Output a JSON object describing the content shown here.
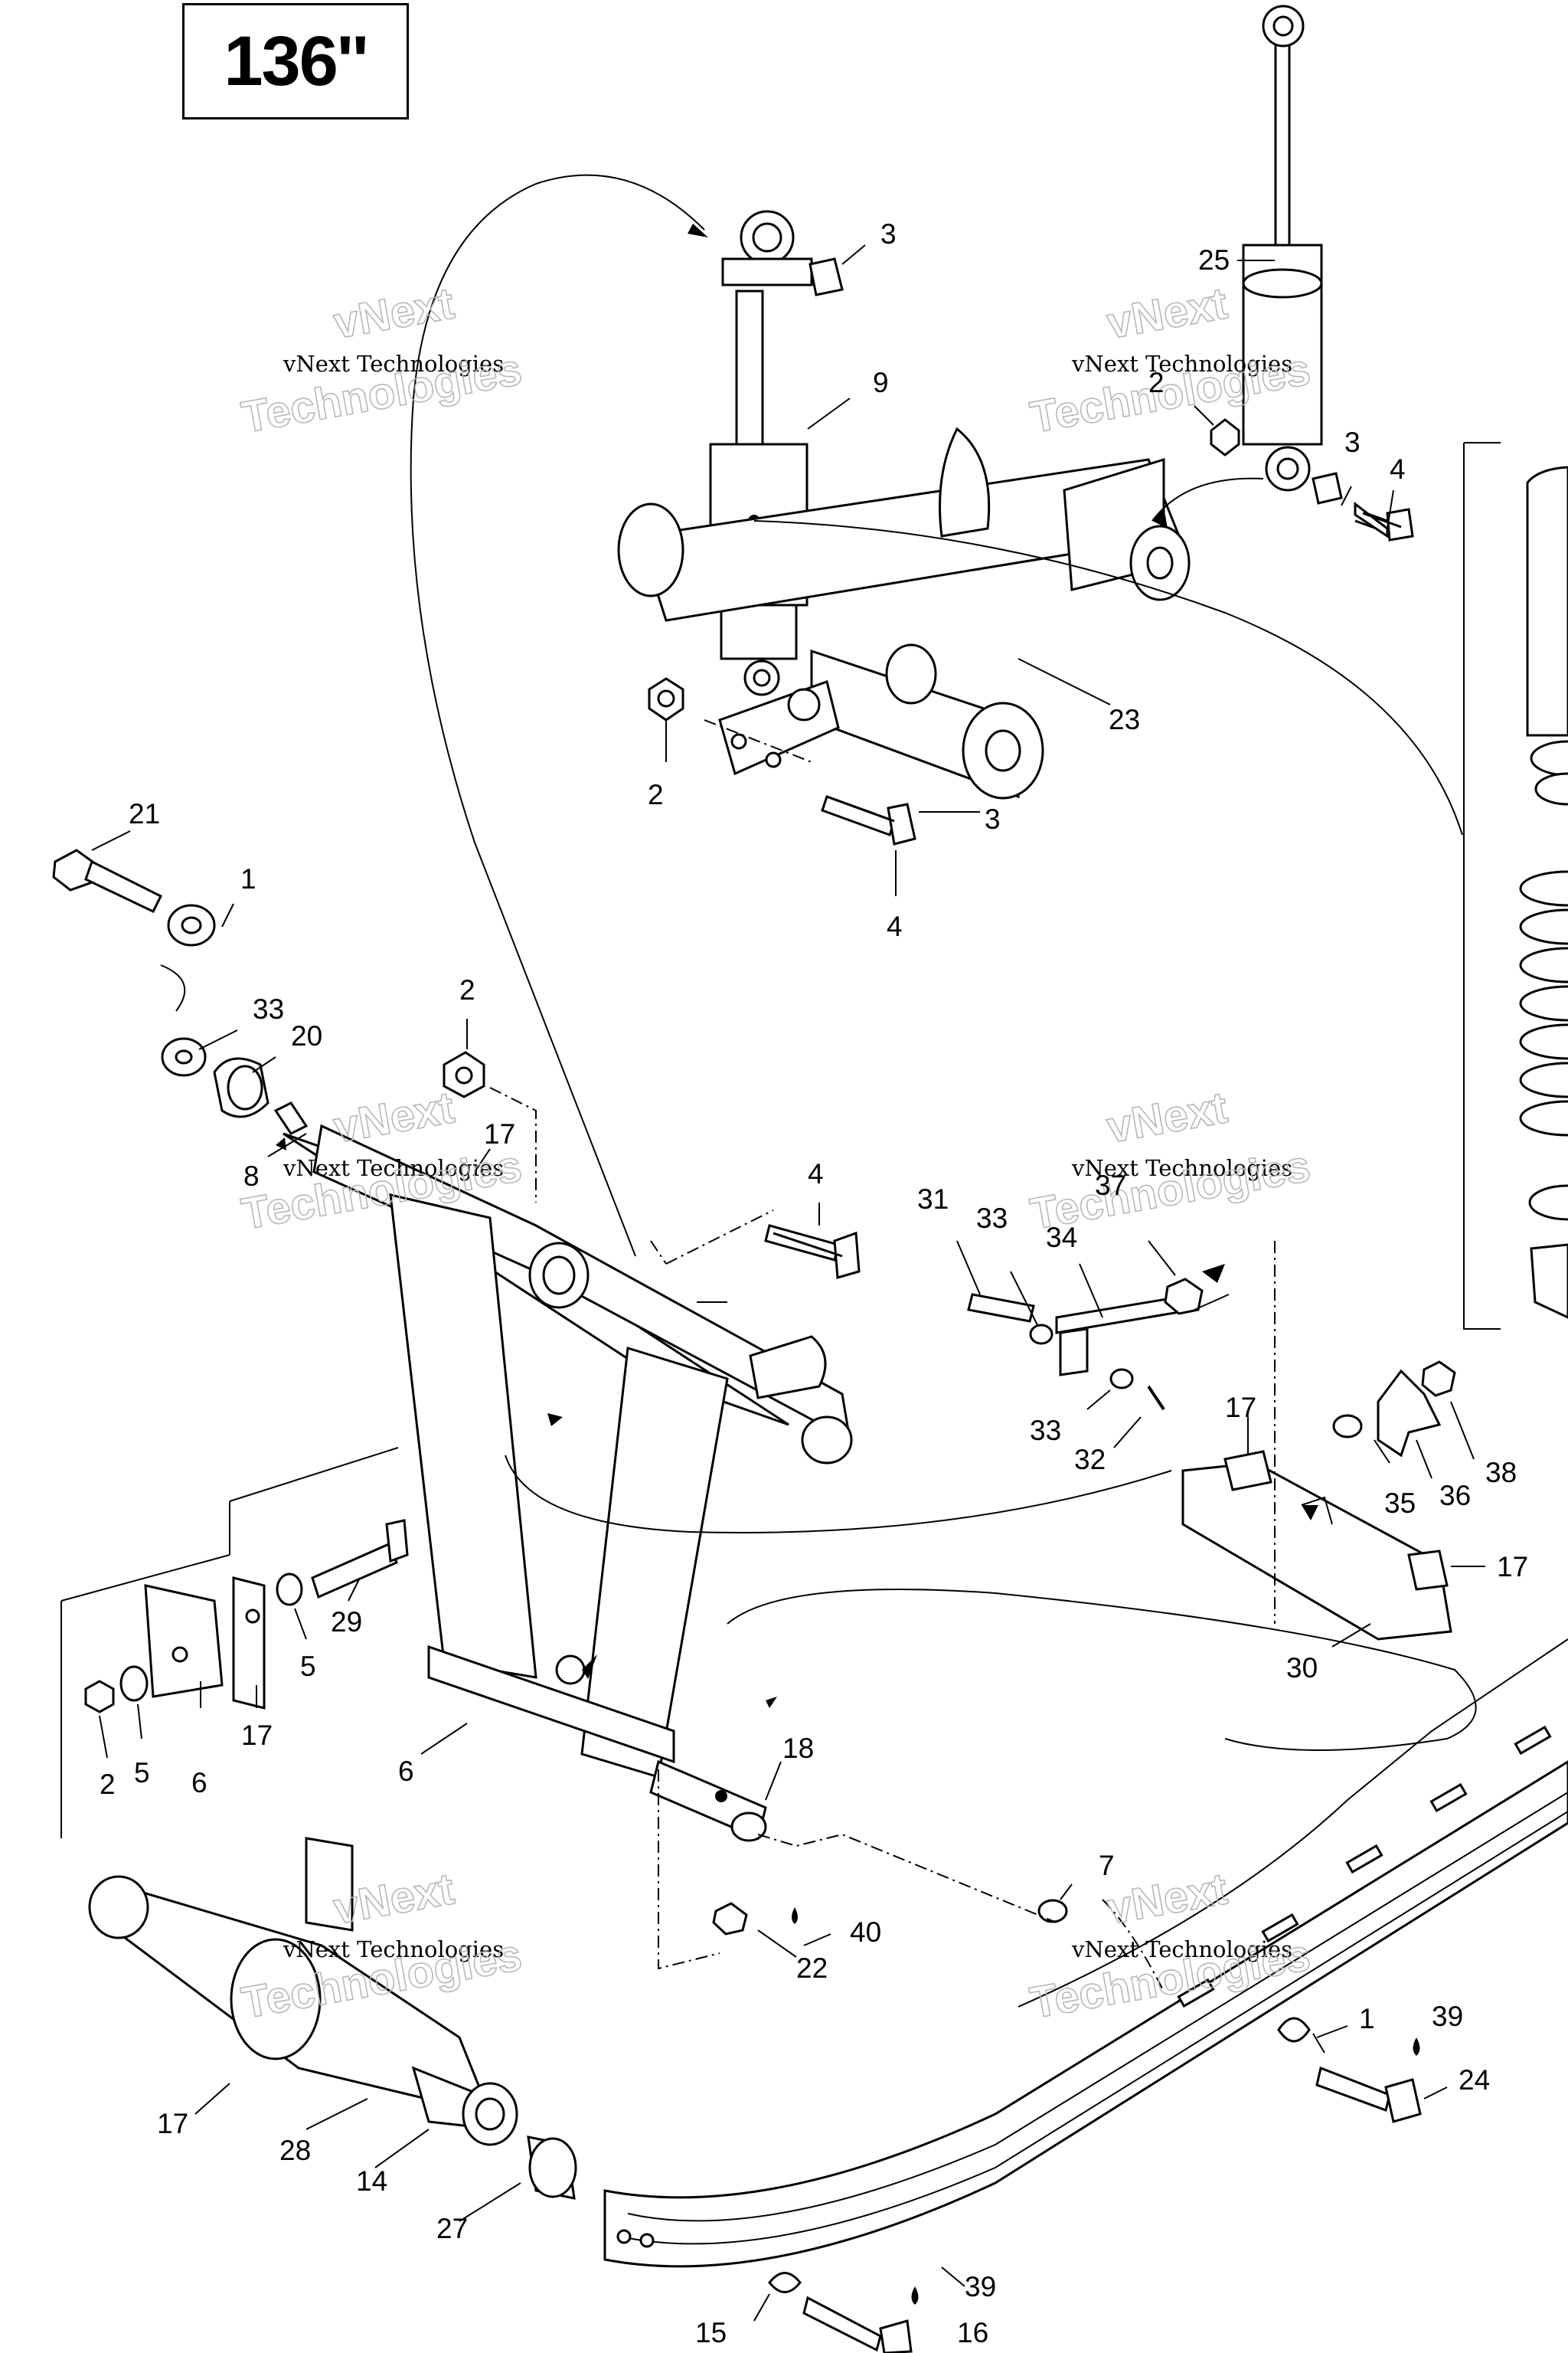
{
  "title": "136''",
  "watermark": {
    "line1": "vNext Technologies",
    "line2a": "vNext",
    "line2b": "Technologies"
  },
  "callouts": [
    "3",
    "9",
    "25",
    "2",
    "3",
    "4",
    "23",
    "2",
    "3",
    "4",
    "21",
    "1",
    "2",
    "33",
    "20",
    "8",
    "17",
    "4",
    "31",
    "33",
    "34",
    "37",
    "17",
    "33",
    "32",
    "35",
    "36",
    "38",
    "17",
    "30",
    "29",
    "5",
    "17",
    "6",
    "2",
    "5",
    "6",
    "18",
    "7",
    "40",
    "22",
    "1",
    "39",
    "24",
    "17",
    "28",
    "14",
    "27",
    "39",
    "16",
    "15"
  ],
  "lubricant_icon": "oil-drop-icon"
}
